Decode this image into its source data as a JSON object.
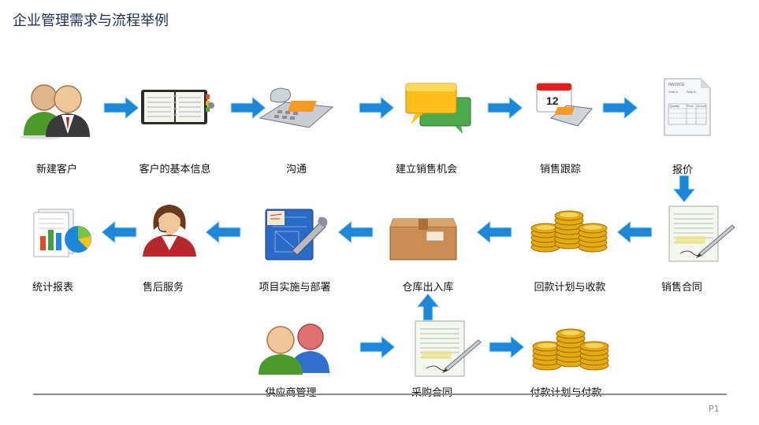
{
  "title": "企业管理需求与流程举例",
  "page_number": "P1",
  "steps": {
    "new_customer": "新建客户",
    "customer_info": "客户的基本信息",
    "communication": "沟通",
    "sales_opportunity": "建立销售机会",
    "sales_tracking": "销售跟踪",
    "quotation": "报价",
    "sales_contract": "销售合同",
    "payment_collection": "回款计划与收款",
    "warehouse": "仓库出入库",
    "project_deploy": "项目实施与部署",
    "after_sales": "售后服务",
    "statistics": "统计报表",
    "supplier": "供应商管理",
    "purchase_contract": "采购合同",
    "payment_plan": "付款计划与付款"
  },
  "icons": {
    "new_customer": "users-icon",
    "customer_info": "address-book-icon",
    "communication": "telephone-icon",
    "sales_opportunity": "chat-bubbles-icon",
    "sales_tracking": "calendar-phone-icon",
    "quotation": "invoice-icon",
    "sales_contract": "contract-pen-icon",
    "payment_collection": "coins-icon",
    "warehouse": "box-icon",
    "project_deploy": "blueprint-tools-icon",
    "after_sales": "service-agent-icon",
    "statistics": "report-chart-icon",
    "supplier": "users-icon",
    "purchase_contract": "contract-pen-icon",
    "payment_plan": "coins-icon"
  },
  "invoice_text": {
    "heading": "INVOICE",
    "sold_to": "Sold to",
    "ship_to": "Ship to",
    "col1": "Quantity",
    "col2": "Price",
    "col3": "Amount"
  },
  "calendar_day": "12",
  "colors": {
    "arrow": "#1e88d8",
    "title": "#1f2d5a",
    "rule": "#8c8c8c"
  }
}
